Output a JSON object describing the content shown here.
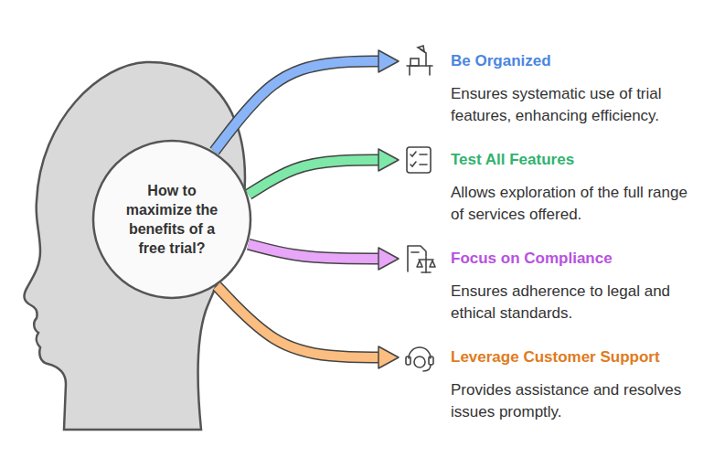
{
  "diagram": {
    "nodes": [
      {
        "text": [
          "How to maximize the benefits of a free trial?"
        ]
      },
      {
        "text": [
          "Be Organized",
          "Ensures systematic use of trial features, enhancing efficiency."
        ]
      },
      {
        "text": [
          "Test All Features",
          "Allows exploration of the full range of services offered."
        ]
      },
      {
        "text": [
          "Focus on Compliance",
          "Ensures adherence to legal and ethical standards."
        ]
      },
      {
        "text": [
          "Leverage Customer Support",
          "Provides assistance and resolves issues promptly."
        ]
      }
    ],
    "edges": [
      {
        "from": 0,
        "to": 1,
        "arrow": "to"
      },
      {
        "from": 0,
        "to": 2,
        "arrow": "to"
      },
      {
        "from": 0,
        "to": 3,
        "arrow": "to"
      },
      {
        "from": 0,
        "to": 4,
        "arrow": "to"
      }
    ]
  }
}
